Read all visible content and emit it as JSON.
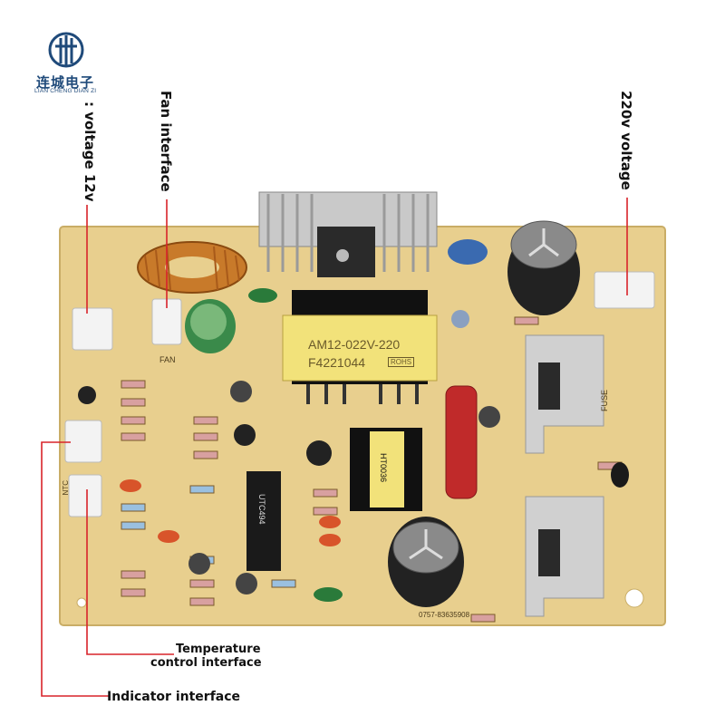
{
  "brand": {
    "name_cn": "连城电子",
    "name_en": "LIAN CHENG DIAN ZI"
  },
  "labels": {
    "voltage_12v": ": voltage 12v",
    "fan_interface": "Fan interface",
    "voltage_220v": "220v voltage",
    "temperature_line1": "Temperature",
    "temperature_line2": "control interface",
    "indicator_interface": "Indicator interface"
  },
  "board": {
    "transformer_line1": "AM12-022V-220",
    "transformer_line2": "F4221044",
    "transformer_badge": "ROHS",
    "ic_label": "UTC494",
    "small_transformer": "HT0036",
    "fan_silk": "FAN",
    "fuse_silk": "FUSE",
    "phone_silk": "0757-83635908",
    "ntc_silk": "NTC"
  },
  "colors": {
    "board": "#e8cf8e",
    "leader_line": "#d8232a",
    "logo": "#1f4a7a"
  }
}
